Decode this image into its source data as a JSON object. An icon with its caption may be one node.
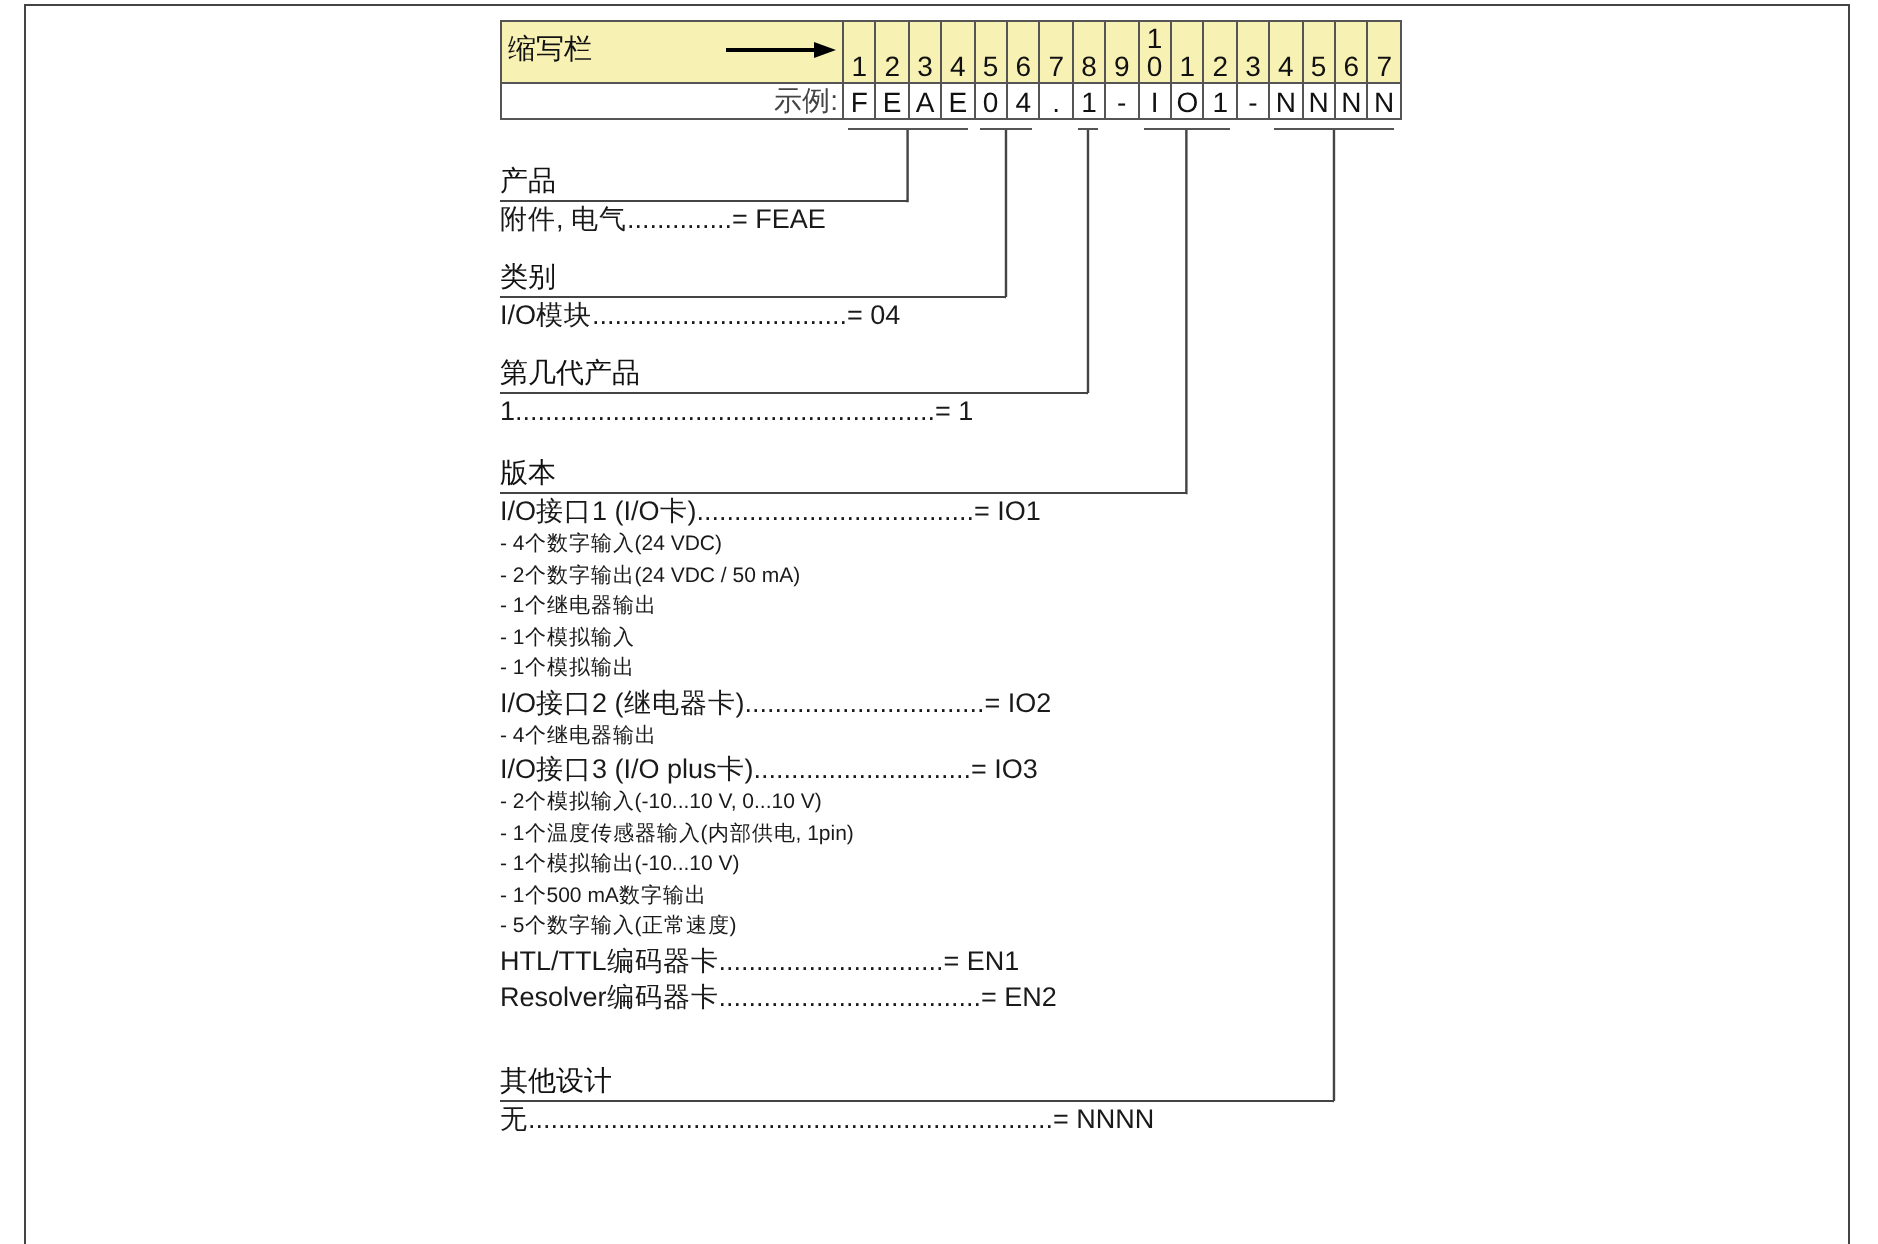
{
  "diagram": {
    "nodes": [
      {
        "text": [],
        "shape": "bar"
      },
      {
        "text": [],
        "shape": "bar"
      },
      {
        "text": [],
        "shape": "bar"
      },
      {
        "text": [],
        "shape": "bar"
      },
      {
        "text": [],
        "shape": "bar"
      },
      {
        "text": [
          "产品",
          "附件, 电气..............= FEAE"
        ]
      },
      {
        "text": [
          "类别",
          "I/O模块..................................= 04"
        ]
      },
      {
        "text": [
          "第几代产品",
          "1........................................................= 1"
        ]
      },
      {
        "text": [
          "版本",
          "I/O接口1 (I/O卡).....................................= IO1",
          "- 4个数字输入(24 VDC)",
          "- 2个数字输出(24 VDC / 50 mA)",
          "- 1个继电器输出",
          "- 1个模拟输入",
          "- 1个模拟输出",
          "I/O接口2 (继电器卡)................................= IO2",
          "- 4个继电器输出",
          "I/O接口3 (I/O plus卡).............................= IO3",
          "- 2个模拟输入(-10...10 V, 0...10 V)",
          "- 1个温度传感器输入(内部供电, 1pin)",
          "- 1个模拟输出(-10...10 V)",
          "- 1个500 mA数字输出",
          "- 5个数字输入(正常速度)",
          "HTL/TTL编码器卡..............................= EN1",
          "Resolver编码器卡...................................= EN2"
        ]
      },
      {
        "text": [
          "其他设计",
          "无......................................................................= NNNN"
        ]
      }
    ],
    "edges": [
      {
        "from": 0,
        "to": 5,
        "arrow": "none"
      },
      {
        "from": 1,
        "to": 6,
        "arrow": "none"
      },
      {
        "from": 2,
        "to": 7,
        "arrow": "none"
      },
      {
        "from": 3,
        "to": 8,
        "arrow": "none"
      },
      {
        "from": 4,
        "to": 9,
        "arrow": "none"
      }
    ],
    "labels": [
      "缩写栏",
      "1",
      "2",
      "3",
      "4",
      "5",
      "6",
      "7",
      "8",
      "9",
      "10",
      "1",
      "2",
      "3",
      "4",
      "5",
      "6",
      "7",
      "示例:",
      "F",
      "E",
      "A",
      "E",
      "0",
      "4",
      ".",
      "1",
      "-",
      "I",
      "O",
      "1",
      "-",
      "N",
      "N",
      "N",
      "N"
    ]
  }
}
